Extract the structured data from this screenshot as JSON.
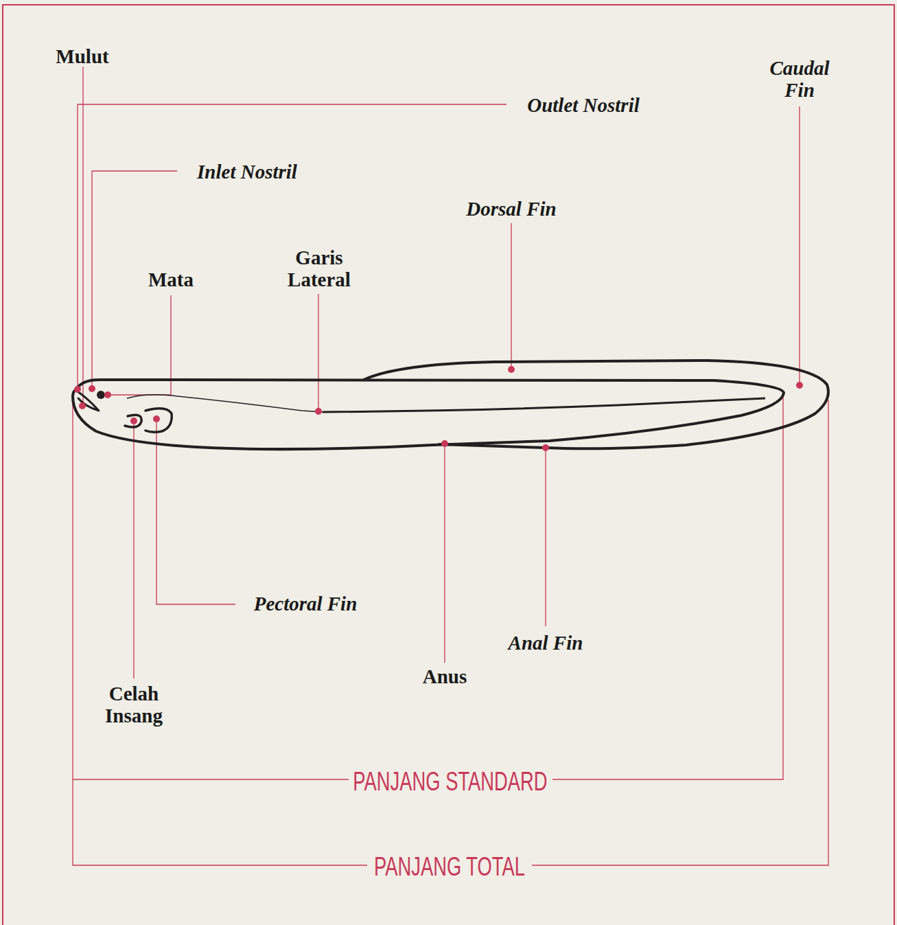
{
  "diagram": {
    "labels": [
      "Mulut",
      "Outlet Nostril",
      "Caudal Fin",
      "Inlet Nostril",
      "Dorsal Fin",
      "Mata",
      "Garis Lateral",
      "Pectoral Fin",
      "Anus",
      "Anal Fin",
      "Celah Insang",
      "PANJANG STANDARD",
      "PANJANG TOTAL"
    ]
  }
}
